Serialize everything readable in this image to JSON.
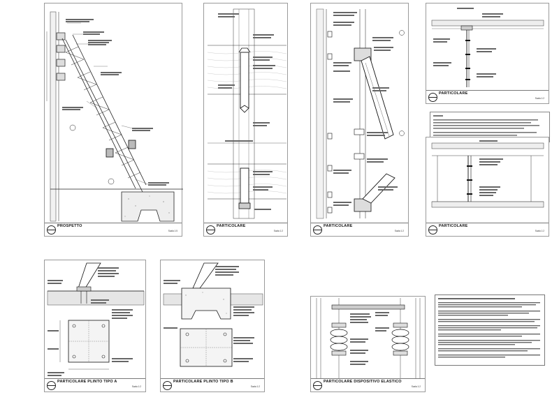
{
  "panels": [
    {
      "title": "PROSPETTO",
      "scale": "Scala 1:5"
    },
    {
      "title": "PARTICOLARE",
      "scale": "Scala 1:2"
    },
    {
      "title": "PARTICOLARE",
      "scale": "Scala 1:2"
    },
    {
      "title": "PARTICOLARE",
      "scale": "Scala 1:2"
    },
    {
      "title": "PARTICOLARE",
      "scale": "Scala 1:2"
    },
    {
      "title": "PARTICOLARE PLINTO TIPO A",
      "scale": "Scala 1:2"
    },
    {
      "title": "PARTICOLARE PLINTO TIPO B",
      "scale": "Scala 1:2"
    },
    {
      "title": "PARTICOLARE DISPOSITIVO ELASTICO",
      "scale": "Scala 1:2"
    }
  ]
}
